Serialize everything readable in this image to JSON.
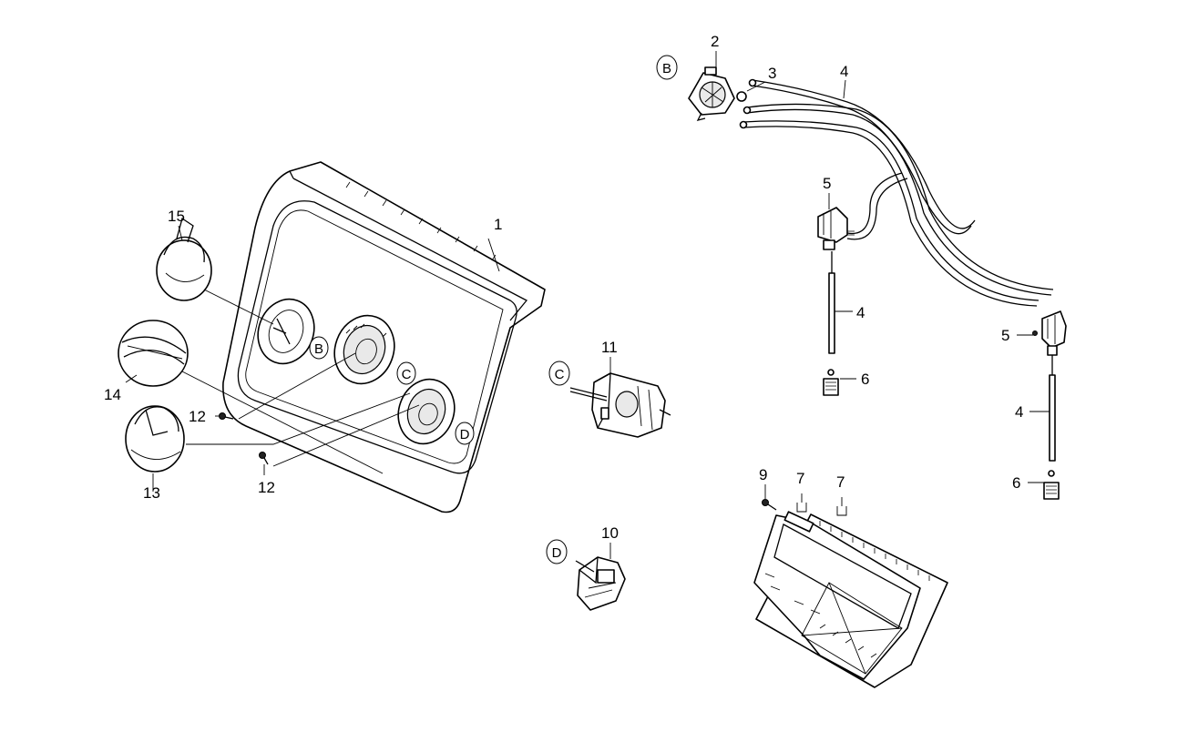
{
  "callouts": {
    "c1": "1",
    "c2": "2",
    "c3": "3",
    "c4a": "4",
    "c4b": "4",
    "c4c": "4",
    "c5a": "5",
    "c5b": "5",
    "c6a": "6",
    "c6b": "6",
    "c7a": "7",
    "c7b": "7",
    "c9": "9",
    "c10": "10",
    "c11": "11",
    "c12a": "12",
    "c12b": "12",
    "c13": "13",
    "c14": "14",
    "c15": "15"
  },
  "refs": {
    "b_top": "B",
    "b_panel": "B",
    "c_panel": "C",
    "c_selector": "C",
    "d_panel": "D",
    "d_switch": "D"
  }
}
